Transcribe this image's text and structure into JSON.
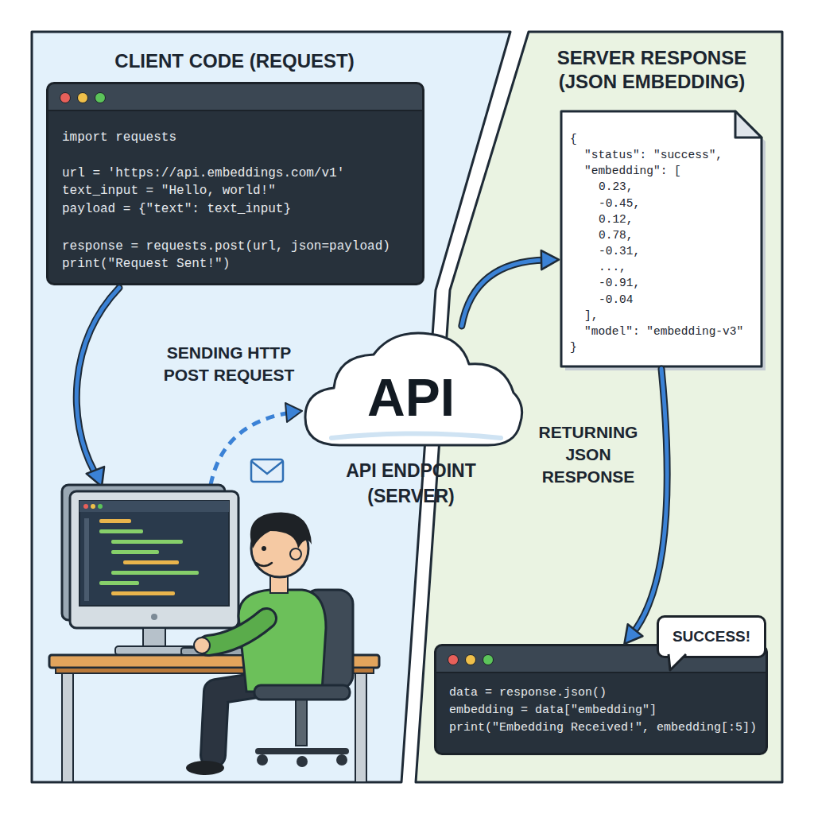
{
  "diagram": {
    "nodes": [
      {
        "text": [
          "CLIENT CODE (REQUEST)"
        ]
      },
      {
        "text": [
          "import requests",
          "url = 'https://api.embeddings.com/v1'",
          "text_input = \"Hello, world!\"",
          "payload = {\"text\": text_input}",
          "response = requests.post(url, json=payload)",
          "print(\"Request Sent!\")"
        ],
        "in": 0
      },
      {
        "text": [
          "SERVER RESPONSE (JSON EMBEDDING)"
        ]
      },
      {
        "text": [
          "{",
          "\"status\": \"success\",",
          "\"embedding\": [",
          "0.23,",
          "-0.45,",
          "0.12,",
          "0.78,",
          "-0.31,",
          "...,",
          "-0.91,",
          "-0.04",
          "],",
          "\"model\": \"embedding-v3\"",
          "}"
        ],
        "in": 2
      },
      {
        "text": [
          "API",
          "API ENDPOINT (SERVER)"
        ]
      },
      {
        "text": [
          "data = response.json()",
          "embedding = data[\"embedding\"]",
          "print(\"Embedding Received!\", embedding[:5])"
        ],
        "in": 2
      },
      {
        "text": [
          "SUCCESS!"
        ],
        "in": 2
      }
    ],
    "edges": [
      {
        "from": 4,
        "to": 3,
        "arrow": "to"
      },
      {
        "from": 3,
        "to": 5,
        "arrow": "to",
        "label": "RETURNING JSON RESPONSE"
      }
    ],
    "labels": [
      "SENDING HTTP POST REQUEST"
    ]
  }
}
